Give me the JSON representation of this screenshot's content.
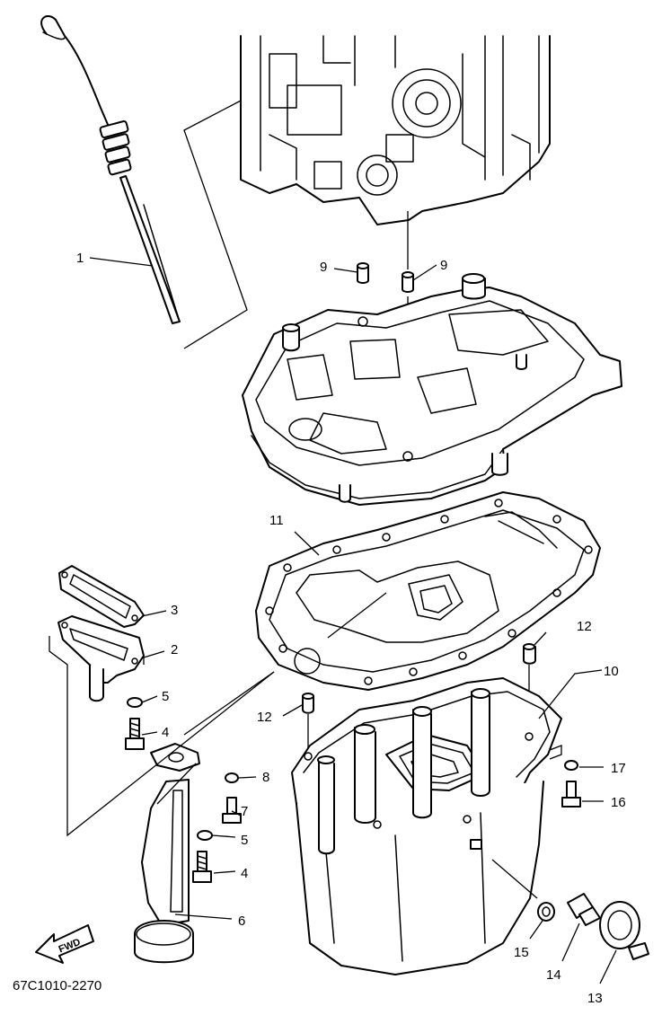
{
  "diagram": {
    "code": "67C1010-2270",
    "fwd_label": "FWD",
    "callouts": {
      "c1": "1",
      "c2": "2",
      "c3": "3",
      "c4a": "4",
      "c4b": "4",
      "c5a": "5",
      "c5b": "5",
      "c6": "6",
      "c7": "7",
      "c8": "8",
      "c9a": "9",
      "c9b": "9",
      "c10": "10",
      "c11": "11",
      "c12a": "12",
      "c12b": "12",
      "c13": "13",
      "c14": "14",
      "c15": "15",
      "c16": "16",
      "c17": "17"
    }
  }
}
